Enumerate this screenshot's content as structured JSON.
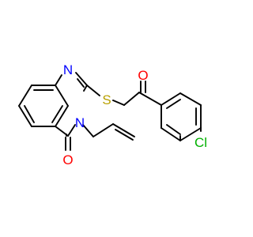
{
  "molecule": {
    "atoms": {
      "n1": {
        "label": "N",
        "color": "#0000ff"
      },
      "n3": {
        "label": "N",
        "color": "#0000ff"
      },
      "s": {
        "label": "S",
        "color": "#b8a000"
      },
      "o_carbonyl": {
        "label": "O",
        "color": "#ff0000"
      },
      "o_ketone": {
        "label": "O",
        "color": "#ff0000"
      },
      "cl": {
        "label": "Cl",
        "color": "#00b000"
      }
    }
  }
}
